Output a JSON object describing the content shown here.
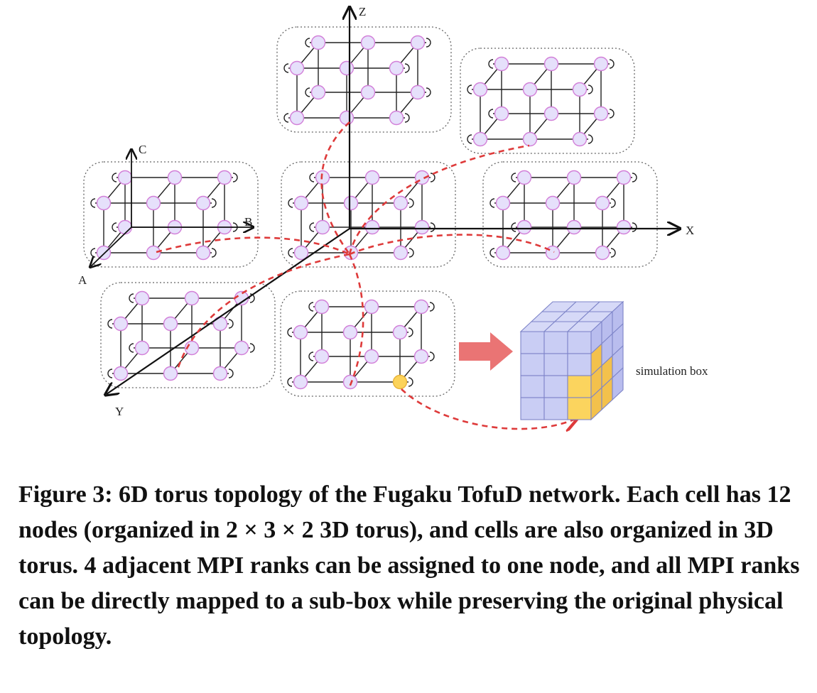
{
  "figure": {
    "axes": {
      "z": "Z",
      "x": "X",
      "y": "Y",
      "c": "C",
      "b": "B",
      "a": "A"
    },
    "side_label": "simulation box",
    "colors": {
      "node_fill": "#e6e0fb",
      "node_stroke": "#d27fd8",
      "highlight_node": "#fcd35a",
      "dashed_path": "#de3a3a",
      "big_arrow": "#ea7474",
      "cube_face": "#c9cdf4",
      "cube_highlight": "#fbd45e",
      "cell_border": "#666666",
      "link": "#222222"
    },
    "cell_grid": "2 × 3 × 2",
    "cells": 7
  },
  "caption": {
    "label": "Figure 3:",
    "text": "6D torus topology of the Fugaku TofuD network. Each cell has 12 nodes (organized in 2 × 3 × 2 3D torus), and cells are also organized in 3D torus. 4 adjacent MPI ranks can be assigned to one node, and all MPI ranks can be directly mapped to a sub-box while preserving the original physical topology."
  }
}
